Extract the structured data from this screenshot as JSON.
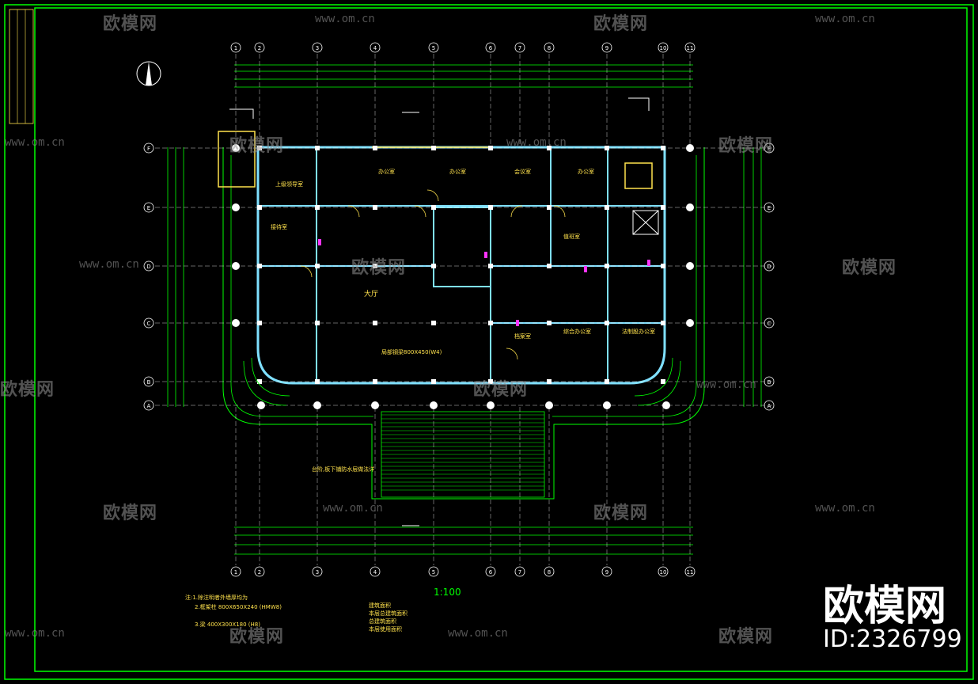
{
  "grid_cols": [
    "1",
    "2",
    "3",
    "4",
    "5",
    "6",
    "7",
    "8",
    "9",
    "10",
    "11"
  ],
  "grid_rows": [
    "F",
    "E",
    "D",
    "C",
    "B",
    "A"
  ],
  "rooms": [
    {
      "name": "上级领导室"
    },
    {
      "name": "办公室"
    },
    {
      "name": "办公室"
    },
    {
      "name": "会议室"
    },
    {
      "name": "办公室"
    },
    {
      "name": "大厅"
    },
    {
      "name": "接待室"
    },
    {
      "name": "值班室"
    },
    {
      "name": "档案室"
    },
    {
      "name": "综合办公室"
    },
    {
      "name": "法制股办公室"
    }
  ],
  "notes": {
    "legend_title": "注:1.除注明者外墙厚均为",
    "legend_2": "2.框架柱 800X650X240 (HMW8)",
    "legend_3": "3.梁 400X300X180 (H8)",
    "beam_note": "局部钢梁800X450(W4)",
    "stair_note": "台阶,板下铺防水层做法详",
    "scale": "1:100",
    "areas": [
      "建筑面积",
      "本层总建筑面积",
      "总建筑面积",
      "本层使用面积"
    ]
  },
  "watermark": {
    "brand": "欧模网",
    "url": "www.om.cn",
    "corner_brand": "欧模网",
    "corner_id": "ID:2326799"
  },
  "colors": {
    "frame": "#00ff00",
    "grid": "#00ff00",
    "wall": "#ffffff",
    "column": "#ffffff",
    "cyan": "#7fe0ff",
    "yellow": "#ffe24d",
    "magenta": "#ff33ff",
    "bg": "#000000"
  }
}
